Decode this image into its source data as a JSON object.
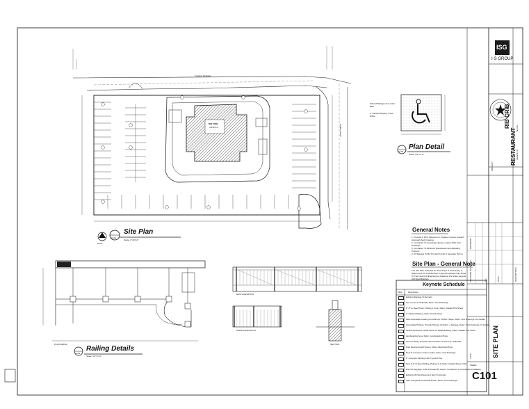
{
  "street": {
    "parkway": "Tuscany Parkway",
    "side_street": "Coulter Street"
  },
  "building": {
    "name": "RIB CRIB",
    "area": "4,640 S.F."
  },
  "site_plan": {
    "title": "Site Plan",
    "scale": "Scale: 1\"=30'-0\"",
    "north": "North",
    "north_tag": "C101"
  },
  "plan_detail": {
    "title": "Plan Detail",
    "scale": "Scale: 1/2\"=1'-0\"",
    "tag": "C101",
    "label_background": "Painted Background, Color: Blue",
    "label_striping": "4\" Painted Striping, Color: White"
  },
  "railing": {
    "title": "Railing Details",
    "scale": "Scale: 1/4\"=1'-0\"",
    "tag": "C101",
    "plan_label": "PLAN DETAIL"
  },
  "elevations": {
    "east": "EAST ELEVATION",
    "north": "NORTH ELEVATION",
    "section": "SECTION"
  },
  "general_notes": {
    "title": "General Notes",
    "items": [
      "1. Provide 4\" PVC Sleeves For Irrigation System At Each Approach And Crossing.",
      "2. Contractor To Coordinate Exact Location With Civil Drawings.",
      "3. Contractor To Minimize Disturbance And Adjusting Property.",
      "4. All Signage To Be Provided Under A Separate Permit."
    ]
  },
  "site_general_note": {
    "title": "Site Plan - General Note",
    "text": "The Site Plan Indicated On This Sheet Is Preliminary In Nature And For Architectural / Layout Purposes Only. Refer To The Final Civil Engineering Drawings For Exact Layouts And Specifications."
  },
  "keynote": {
    "title": "Keynote Schedule",
    "head_mark": "Mark",
    "head_desc": "Description",
    "items": [
      "Existing Signage To Remain",
      "See Concrete Sidewalk, Refer: Civil Drawings",
      "6\"-8\" to Steel Posts, Paving 1 Conc. Refer: Details This Sheet",
      "4\" Painted Striping, Refer: Finish Notes",
      "ADA Accessible Loading And Ramps Vd Rev. Slope, Refer: Civil Drawings For Details",
      "Accessible Parking, Provide Painted Graphics + Signage, Refer: Civil Drawings For Details",
      "Refuse Enclosure, Refer Plans To Detail Building, Refer: Details This Sheet",
      "Landscaping Area, Refer: Landscaping Plans",
      "Service Relay, Provide Fast Transition To Paving / Sidewalk",
      "Pole Mounted Light Fixture, Refer: Electrical Plans",
      "New 6\" Concrete Curb & Gutter, Refer: Civil Drawings",
      "6\" Concrete Parking Curb Typical 6 Top",
      "New 3'-6\" H Steel Railing, Painted F-8, Refer: Details Sheet C101",
      "Rib Crib Signage To Be Provided By Owner, Contractor To Coordinate Installation",
      "Existing Off-Site Pavement Sign To Remain",
      "ADA Compliant Accessible Route, Refer: Civil Drawings"
    ]
  },
  "title_block": {
    "logo_top": "ISG",
    "logo_bottom": "I·S GROUP",
    "project_line1": "RIB CRIB",
    "project_line2": "RESTAURANT",
    "city": "AMARILLO",
    "state": "TEXAS",
    "sheet_title": "SITE PLAN",
    "sheet_number": "C101",
    "label_drawn": "DRAWN BY",
    "label_sheet": "SHEET",
    "label_title": "TITLE",
    "label_project": "PROJECT",
    "label_revision": "REVISION SCHEDULE",
    "label_no": "NO.",
    "label_date": "DATE",
    "label_desc": "DESCRIPTION"
  },
  "colors": {
    "line": "#1a1a1a",
    "hatch": "#444444",
    "paper": "#ffffff"
  }
}
